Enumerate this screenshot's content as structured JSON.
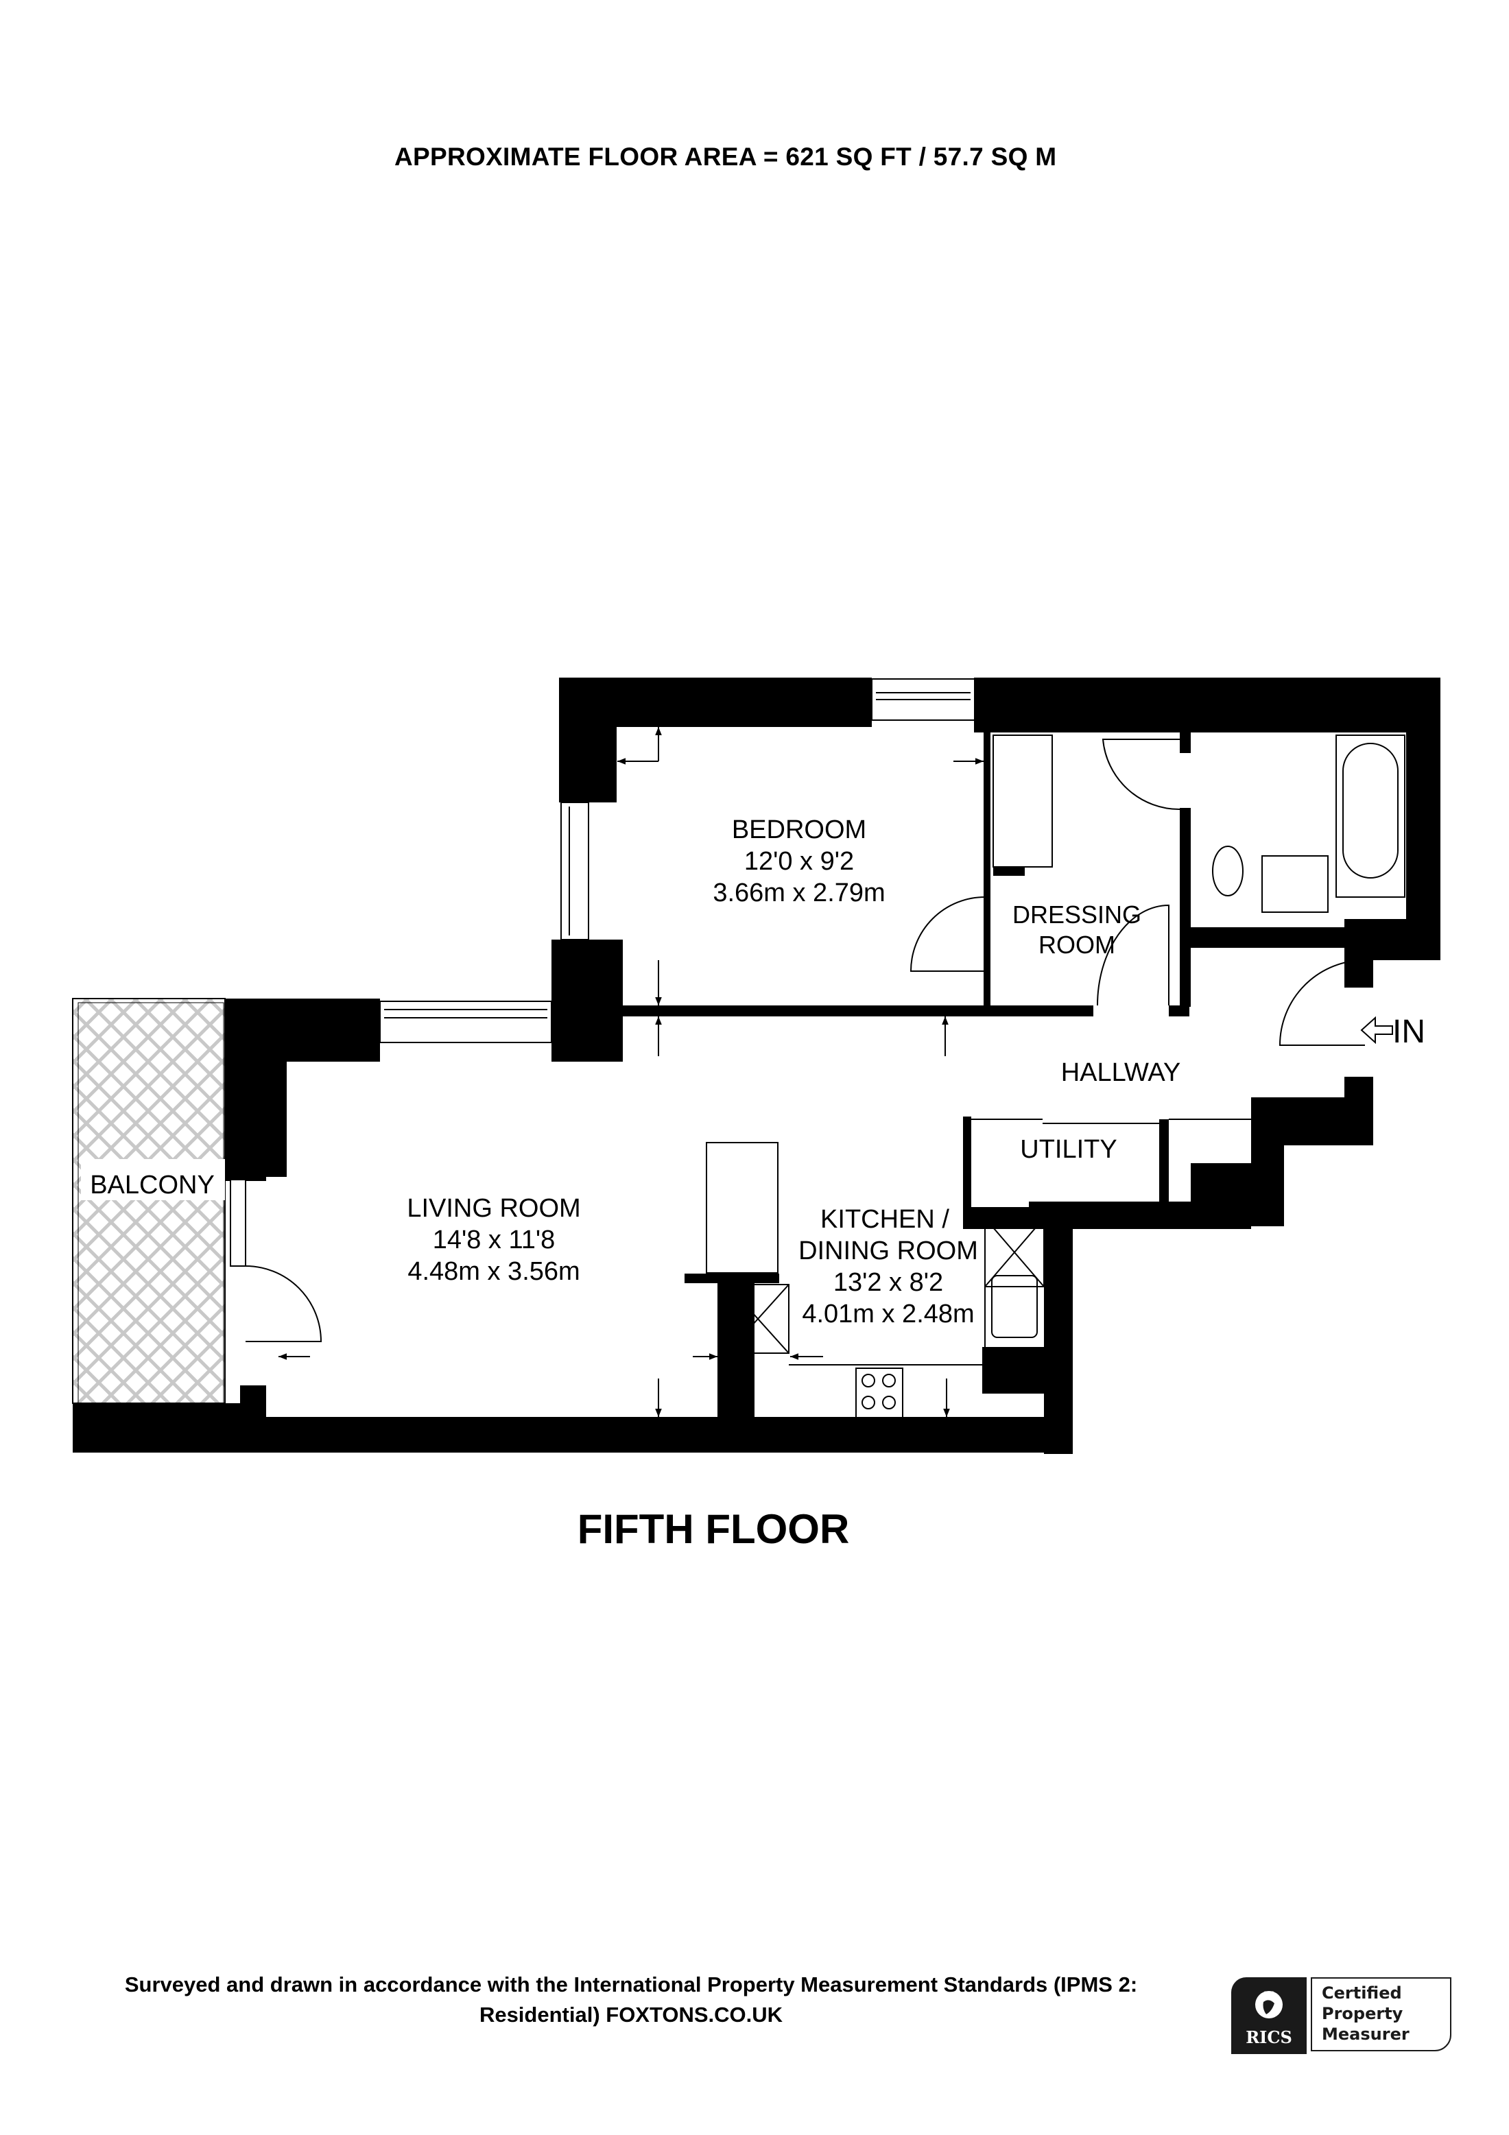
{
  "header": {
    "area_title": "APPROXIMATE FLOOR AREA = 621 SQ FT / 57.7 SQ M"
  },
  "floor": {
    "label": "FIFTH FLOOR",
    "entrance_label": "IN",
    "rooms": [
      {
        "name": "BEDROOM",
        "imperial": "12'0 x 9'2",
        "metric": "3.66m x 2.79m"
      },
      {
        "name": "LIVING ROOM",
        "imperial": "14'8 x 11'8",
        "metric": "4.48m x 3.56m"
      },
      {
        "name_line1": "KITCHEN /",
        "name_line2": "DINING ROOM",
        "imperial": "13'2 x 8'2",
        "metric": "4.01m x 2.48m"
      },
      {
        "name_line1": "DRESSING",
        "name_line2": "ROOM"
      },
      {
        "name": "HALLWAY"
      },
      {
        "name": "UTILITY"
      },
      {
        "name": "BALCONY"
      }
    ]
  },
  "footer": {
    "line1": "Surveyed and drawn in accordance with the International Property Measurement Standards (IPMS 2:",
    "line2": "Residential) FOXTONS.CO.UK",
    "badge": {
      "org": "RICS",
      "line1": "Certified",
      "line2": "Property",
      "line3": "Measurer"
    }
  },
  "colors": {
    "wall": "#000000",
    "background": "#ffffff",
    "balcony_hatch": "#c8c8c8"
  }
}
